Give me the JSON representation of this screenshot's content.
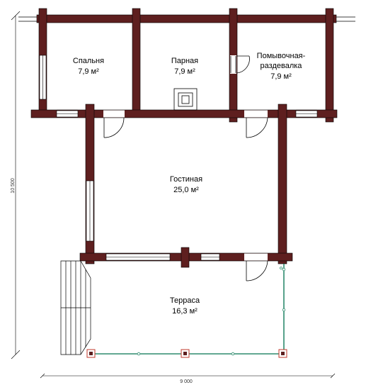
{
  "rooms": [
    {
      "id": "bedroom",
      "name": "Спальня",
      "area": "7,9 м²"
    },
    {
      "id": "steam",
      "name": "Парная",
      "area": "7,9 м²"
    },
    {
      "id": "wash",
      "name_line1": "Помывочная-",
      "name_line2": "раздевалка",
      "area": "7,9 м²"
    },
    {
      "id": "living",
      "name": "Гостиная",
      "area": "25,0 м²"
    },
    {
      "id": "terrace",
      "name": "Терраса",
      "area": "16,3 м²"
    }
  ],
  "dimensions": {
    "width": "9 000",
    "height": "10 500"
  },
  "colors": {
    "wall": "#5e1f1f",
    "rail": "#2e8b6e",
    "line": "#000000"
  }
}
